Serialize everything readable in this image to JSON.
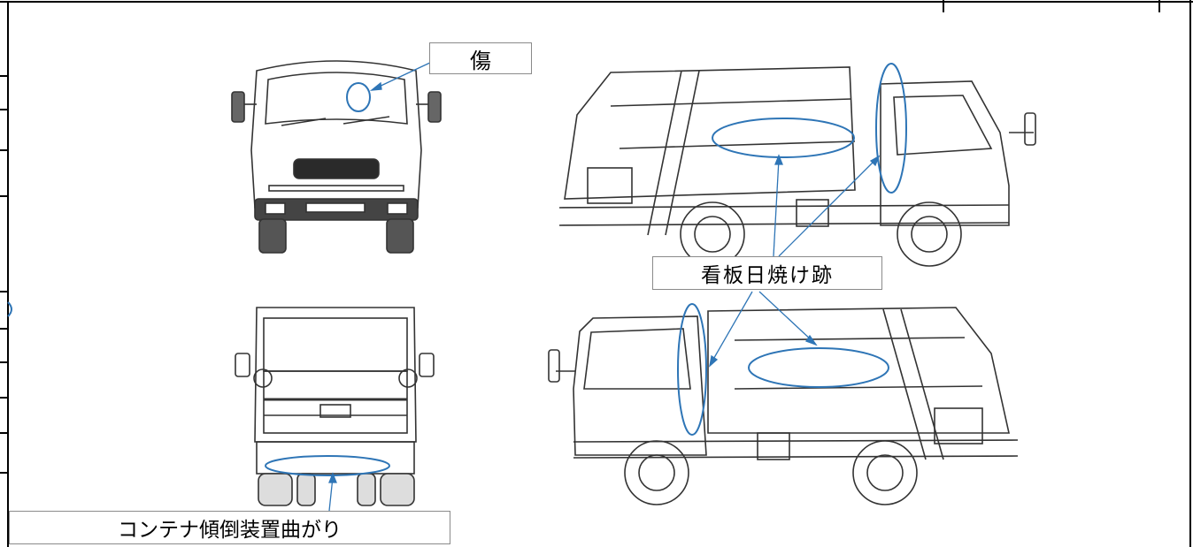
{
  "annotations": {
    "scratch": "傷",
    "sign_sunburn": "看板日焼け跡",
    "container_bend": "コンテナ傾倒装置曲がり"
  },
  "colors": {
    "mark": "#2E75B6",
    "line": "#333333",
    "frame": "#000000",
    "box_border": "#8a8a8a"
  }
}
